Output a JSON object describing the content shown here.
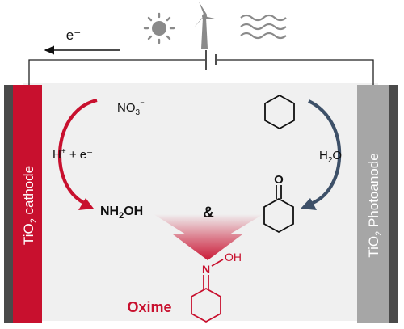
{
  "top": {
    "electron_label": "e⁻",
    "energy_icons": [
      "sun-icon",
      "wind-turbine-icon",
      "water-waves-icon"
    ]
  },
  "cathode": {
    "label_pre": "TiO",
    "label_sub": "2",
    "label_post": " cathode",
    "color": "#c8102e"
  },
  "photoanode": {
    "label_pre": "TiO",
    "label_sub": "2",
    "label_post": " Photoanode",
    "color": "#a6a6a6"
  },
  "left_reaction": {
    "reactant_pre": "NO",
    "reactant_sub": "3",
    "reactant_sup": "⁻",
    "reagent_pre": "H",
    "reagent_sup": "+",
    "reagent_post": " + e⁻",
    "product_pre": "NH",
    "product_sub": "2",
    "product_post": "OH"
  },
  "right_reaction": {
    "reagent_pre": "H",
    "reagent_sub": "2",
    "reagent_post": "O",
    "product_atom": "O"
  },
  "center": {
    "ampersand": "&",
    "oxime_n": "N",
    "oxime_oh": "OH",
    "oxime_label": "Oxime"
  },
  "colors": {
    "red": "#c8102e",
    "navy": "#3d5068",
    "panel": "#f0f0f0",
    "dark_edge": "#4a4a4a"
  }
}
